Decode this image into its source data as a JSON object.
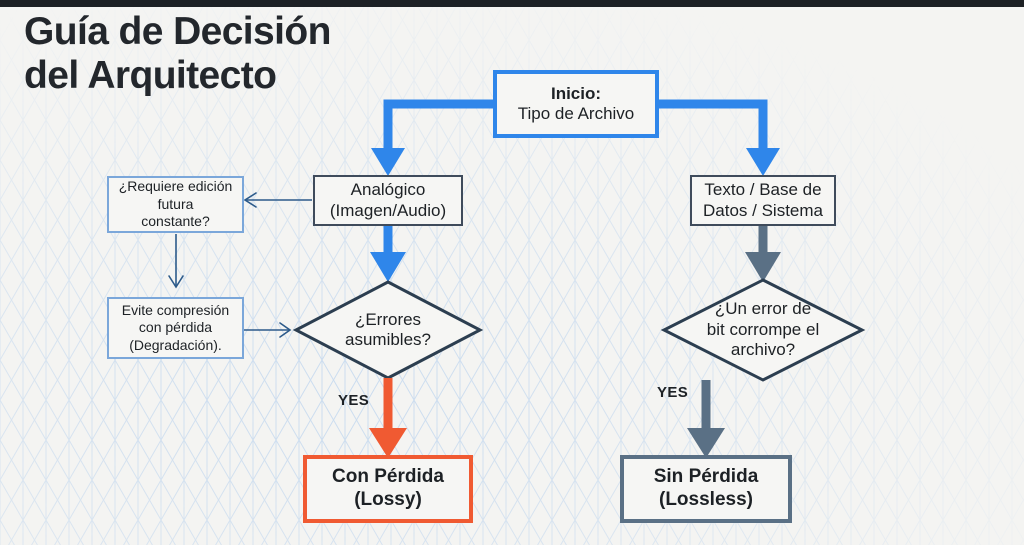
{
  "page": {
    "title_line1": "Guía de Decisión",
    "title_line2": "del Arquitecto",
    "background_color": "#f4f4f2",
    "grid_color": "#b9d2ee",
    "topbar_color": "#1c2024"
  },
  "colors": {
    "blue": "#2f86ea",
    "slate": "#5a7085",
    "orange": "#f05a32",
    "dark_outline": "#3f4b5b",
    "light_blue_outline": "#7ba7da",
    "text": "#1d2125"
  },
  "flowchart": {
    "type": "decision-flowchart",
    "nodes": [
      {
        "id": "start",
        "kind": "start-box",
        "line1": "Inicio:",
        "line2": "Tipo de Archivo"
      },
      {
        "id": "analog",
        "kind": "process-box",
        "line1": "Analógico",
        "line2": "(Imagen/Audio)"
      },
      {
        "id": "text-db",
        "kind": "process-box",
        "line1": "Texto / Base de",
        "line2": "Datos / Sistema"
      },
      {
        "id": "decision-errors",
        "kind": "decision-diamond",
        "line1": "¿Errores",
        "line2": "asumibles?"
      },
      {
        "id": "decision-bit",
        "kind": "decision-diamond",
        "line1": "¿Un error de",
        "line2": "bit corrompe el",
        "line3": "archivo?"
      },
      {
        "id": "aside-edit",
        "kind": "annotation-box",
        "line1": "¿Requiere edición",
        "line2": "futura",
        "line3": "constante?"
      },
      {
        "id": "aside-avoid",
        "kind": "annotation-box",
        "line1": "Evite compresión",
        "line2": "con pérdida",
        "line3": "(Degradación)."
      },
      {
        "id": "result-lossy",
        "kind": "result-box",
        "line1": "Con Pérdida",
        "line2": "(Lossy)"
      },
      {
        "id": "result-lossless",
        "kind": "result-box",
        "line1": "Sin Pérdida",
        "line2": "(Lossless)"
      }
    ],
    "edge_labels": {
      "lossy_yes": "YES",
      "lossless_yes": "YES"
    }
  }
}
